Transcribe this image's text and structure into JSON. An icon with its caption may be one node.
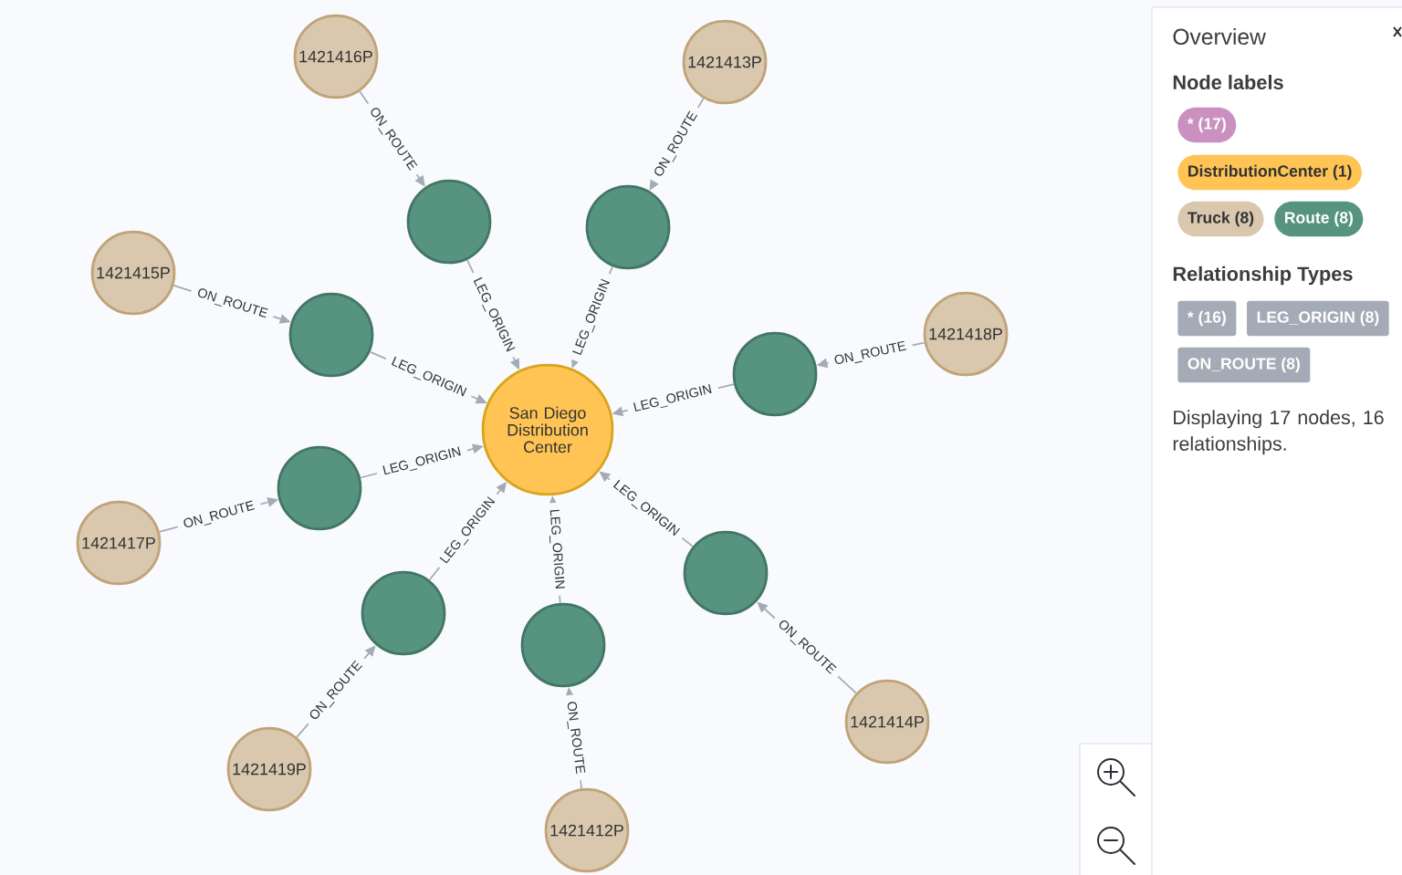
{
  "diagram": {
    "nodes": [
      {
        "text": [
          "1421416P"
        ]
      },
      {
        "text": [
          "1421413P"
        ]
      },
      {
        "text": [],
        "shape": "circle"
      },
      {
        "text": [],
        "shape": "circle"
      },
      {
        "text": [
          "1421415P"
        ]
      },
      {
        "text": [],
        "shape": "circle"
      },
      {
        "text": [
          "1421418P"
        ]
      },
      {
        "text": [],
        "shape": "circle"
      },
      {
        "text": [
          "San Diego Distribution Center"
        ]
      },
      {
        "text": [],
        "shape": "circle"
      },
      {
        "text": [
          "1421417P"
        ]
      },
      {
        "text": [],
        "shape": "circle"
      },
      {
        "text": [],
        "shape": "circle"
      },
      {
        "text": [],
        "shape": "circle"
      },
      {
        "text": [
          "1421414P"
        ]
      },
      {
        "text": [
          "1421419P"
        ]
      },
      {
        "text": [
          "1421412P"
        ]
      }
    ],
    "edges": [
      {
        "from": 0,
        "to": 2,
        "arrow": "to",
        "label": "ON_ROUTE"
      },
      {
        "from": 2,
        "to": 8,
        "arrow": "to",
        "label": "LEG_ORIGIN"
      },
      {
        "from": 1,
        "to": 3,
        "arrow": "to",
        "label": "ON_ROUTE"
      },
      {
        "from": 3,
        "to": 8,
        "arrow": "to",
        "label": "LEG_ORIGIN"
      },
      {
        "from": 4,
        "to": 5,
        "arrow": "to",
        "label": "ON_ROUTE"
      },
      {
        "from": 5,
        "to": 8,
        "arrow": "to",
        "label": "LEG_ORIGIN"
      },
      {
        "from": 6,
        "to": 7,
        "arrow": "to",
        "label": "ON_ROUTE"
      },
      {
        "from": 7,
        "to": 8,
        "arrow": "to",
        "label": "LEG_ORIGIN"
      },
      {
        "from": 10,
        "to": 9,
        "arrow": "to",
        "label": "ON_ROUTE"
      },
      {
        "from": 9,
        "to": 8,
        "arrow": "to",
        "label": "LEG_ORIGIN"
      },
      {
        "from": 14,
        "to": 11,
        "arrow": "to",
        "label": "ON_ROUTE"
      },
      {
        "from": 11,
        "to": 8,
        "arrow": "to",
        "label": "LEG_ORIGIN"
      },
      {
        "from": 15,
        "to": 12,
        "arrow": "to",
        "label": "ON_ROUTE"
      },
      {
        "from": 12,
        "to": 8,
        "arrow": "to",
        "label": "LEG_ORIGIN"
      },
      {
        "from": 16,
        "to": 13,
        "arrow": "to",
        "label": "ON_ROUTE"
      },
      {
        "from": 13,
        "to": 8,
        "arrow": "to",
        "label": "LEG_ORIGIN"
      }
    ],
    "labels": [
      "Overview",
      "Node labels",
      "Relationship Types",
      "Displaying 17 nodes, 16 relationships."
    ],
    "legend": [
      {
        "text": "* (17)",
        "color": "#c990c0"
      },
      {
        "text": "DistributionCenter (1)",
        "color": "#ffc454"
      },
      {
        "text": "Truck (8)",
        "color": "#d9c8ae"
      },
      {
        "text": "Route (8)",
        "color": "#569480"
      },
      {
        "text": "* (16)",
        "color": "#a5abb6"
      },
      {
        "text": "LEG_ORIGIN (8)",
        "color": "#a5abb6"
      },
      {
        "text": "ON_ROUTE (8)",
        "color": "#a5abb6"
      }
    ]
  }
}
